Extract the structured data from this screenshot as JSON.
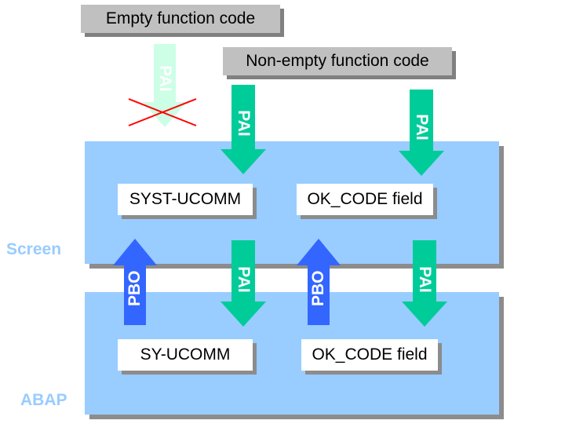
{
  "colors": {
    "panel": "#99ccff",
    "pai_arrow": "#00cc99",
    "pai_arrow_faded": "#ccffe6",
    "pbo_arrow": "#3366ff",
    "cross": "#ff0000",
    "tag_bg": "#c0c0c0"
  },
  "tags": {
    "empty": "Empty function code",
    "non_empty": "Non-empty function code"
  },
  "screen": {
    "label": "Screen",
    "left_box": "SYST-UCOMM",
    "right_box": "OK_CODE field"
  },
  "abap": {
    "label": "ABAP",
    "left_box": "SY-UCOMM",
    "right_box": "OK_CODE field"
  },
  "arrows": {
    "pai": "PAI",
    "pbo": "PBO"
  }
}
